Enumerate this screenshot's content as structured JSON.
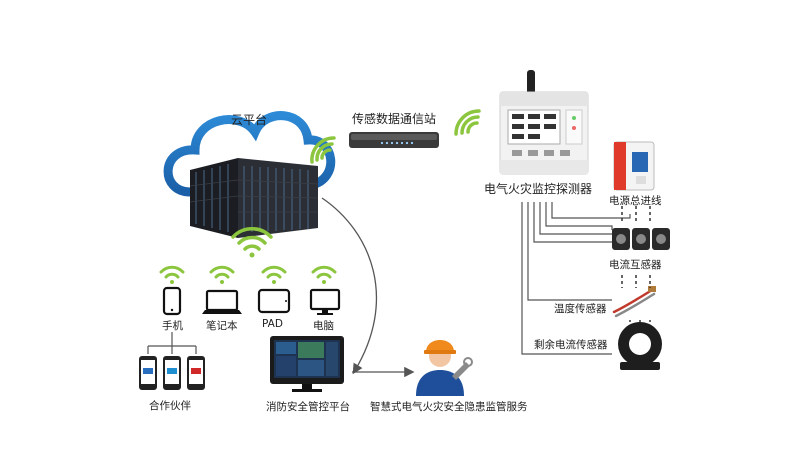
{
  "labels": {
    "cloud": "云平台",
    "gateway": "传感数据通信站",
    "detector": "电气火灾监控探测器",
    "power_line": "电源总进线",
    "current_transformer": "电流互感器",
    "temp_sensor": "温度传感器",
    "residual_sensor": "剩余电流传感器",
    "phone": "手机",
    "laptop": "笔记本",
    "pad": "PAD",
    "pc": "电脑",
    "partners": "合作伙伴",
    "platform": "消防安全管控平台",
    "service": "智慧式电气火灾安全隐患监管服务"
  },
  "colors": {
    "wifi": "#8cc63f",
    "cloud": "#2e7fc1",
    "line": "#555555"
  }
}
